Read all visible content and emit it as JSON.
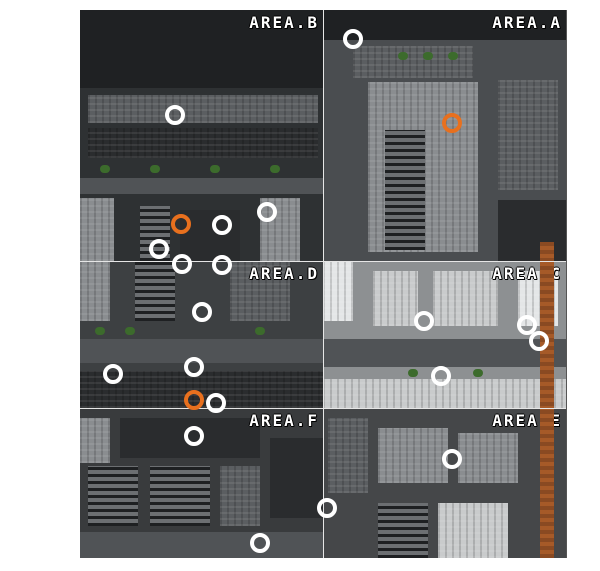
{
  "areas": {
    "a": "AREA.A",
    "b": "AREA.B",
    "c": "AREA.C",
    "d": "AREA.D",
    "e": "AREA.E",
    "f": "AREA.F"
  },
  "colors": {
    "marker": "#ffffff",
    "highlight_marker": "#e8701e",
    "gridline": "#e6e6e6"
  }
}
